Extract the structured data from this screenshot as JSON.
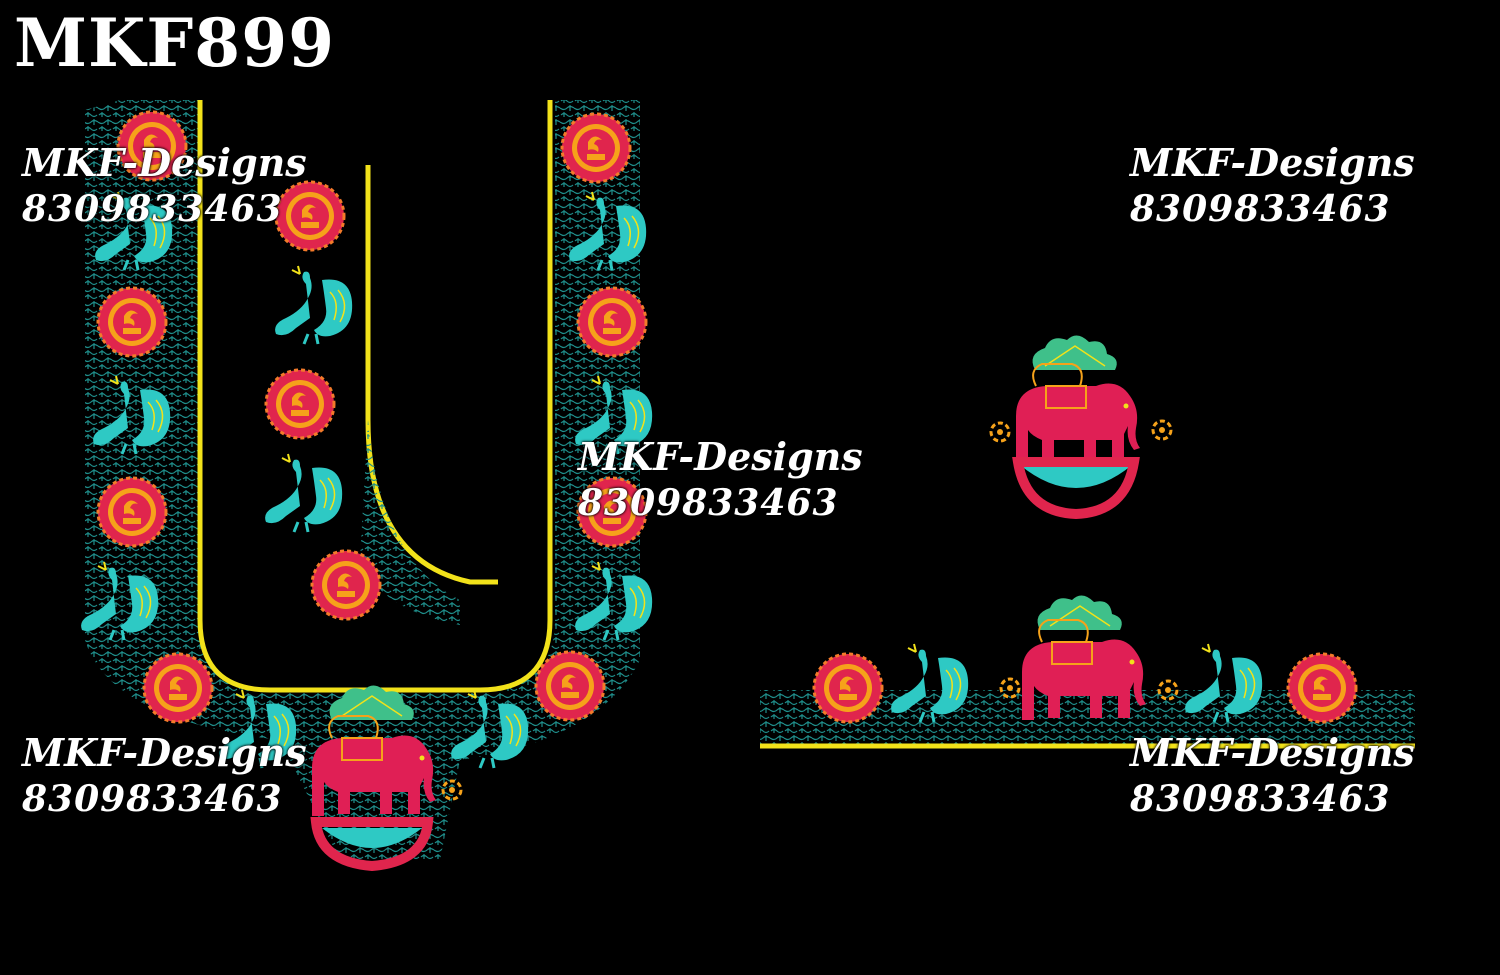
{
  "design_code": "MKF899",
  "watermarks": [
    {
      "name": "MKF-Designs",
      "phone": "8309833463"
    },
    {
      "name": "MKF-Designs",
      "phone": "8309833463"
    },
    {
      "name": "MKF-Designs",
      "phone": "8309833463"
    },
    {
      "name": "MKF-Designs",
      "phone": "8309833463"
    },
    {
      "name": "MKF-Designs",
      "phone": "8309833463"
    }
  ],
  "colors": {
    "background": "#000000",
    "outline": "#f2e21a",
    "fill_pattern": "#2ab4b0",
    "peacock": "#2ec9c4",
    "medallion_red": "#e0254d",
    "medallion_orange": "#f6a21a",
    "elephant": "#e01f55",
    "leaf_green": "#3fc08a"
  },
  "motifs": {
    "medallion": "sun-medallion-motif",
    "peacock": "peacock-motif",
    "elephant": "elephant-motif"
  }
}
